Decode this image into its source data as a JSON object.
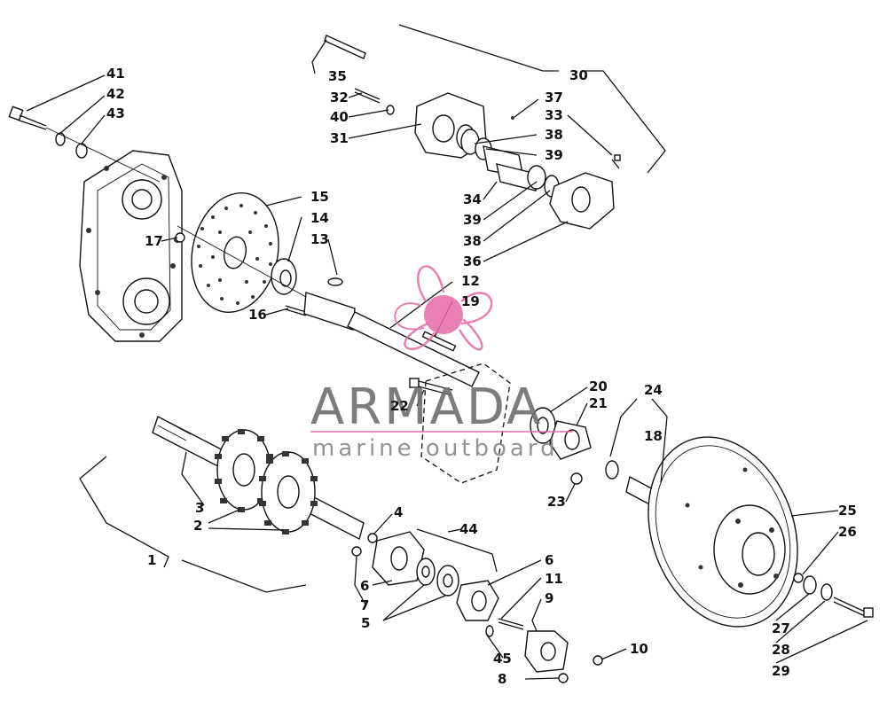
{
  "watermark": {
    "brand": "ARMADA",
    "tagline": "marine outboard",
    "logo_color": "#e56aa6",
    "text_color": "#6e6e6e",
    "logo": "propeller-logo-icon"
  },
  "callouts": [
    "1",
    "2",
    "3",
    "4",
    "5",
    "6",
    "6",
    "7",
    "8",
    "9",
    "10",
    "11",
    "12",
    "13",
    "14",
    "15",
    "16",
    "17",
    "18",
    "19",
    "20",
    "21",
    "22",
    "23",
    "24",
    "25",
    "26",
    "27",
    "28",
    "29",
    "30",
    "31",
    "32",
    "33",
    "34",
    "35",
    "36",
    "37",
    "38",
    "38",
    "39",
    "39",
    "40",
    "41",
    "42",
    "43",
    "44",
    "45"
  ]
}
